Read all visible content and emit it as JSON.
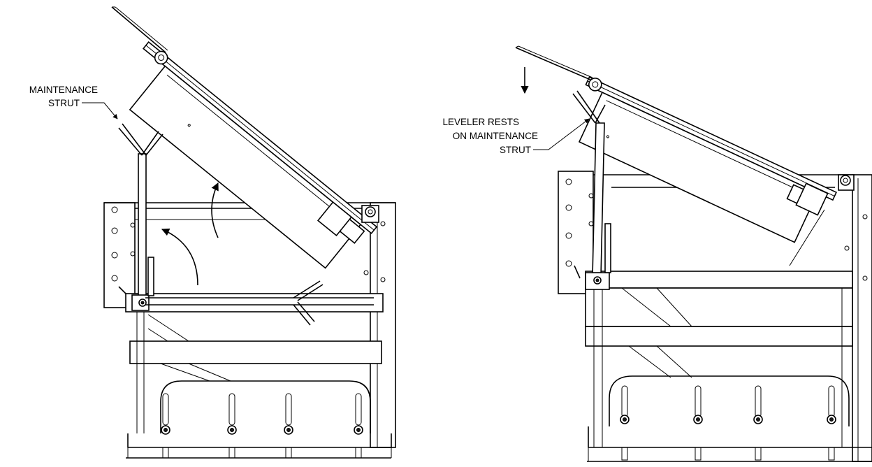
{
  "callouts": {
    "left": {
      "line1": "MAINTENANCE",
      "line2": "STRUT"
    },
    "right": {
      "line1": "LEVELER RESTS",
      "line2": "ON MAINTENANCE",
      "line3": "STRUT"
    }
  },
  "icons": {
    "rotation_arrow": "curved-arrow-icon",
    "down_arrow": "arrow-down-icon"
  }
}
